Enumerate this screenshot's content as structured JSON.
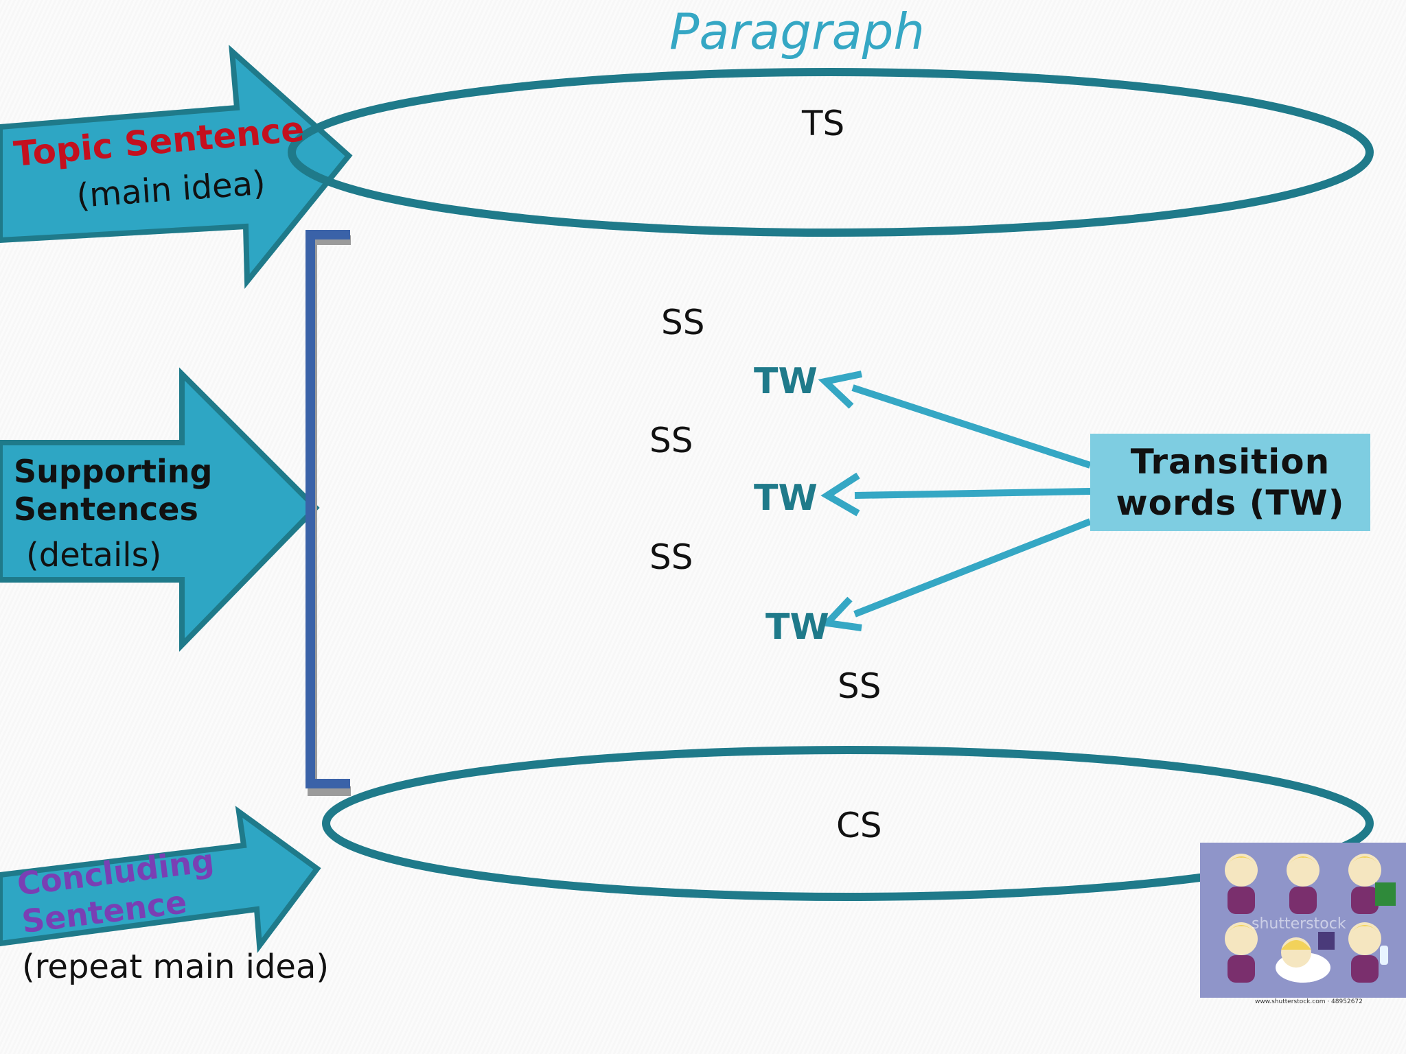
{
  "diagram": {
    "title": "Paragraph",
    "topic": {
      "arrow_label": "Topic Sentence",
      "arrow_sublabel": "(main idea)",
      "abbrev": "TS"
    },
    "supporting": {
      "arrow_label": "Supporting Sentences",
      "arrow_sublabel": "(details)",
      "abbrevs": [
        "SS",
        "SS",
        "SS",
        "SS"
      ]
    },
    "transitions": {
      "box_label": "Transition words (TW)",
      "abbrevs": [
        "TW",
        "TW",
        "TW"
      ]
    },
    "concluding": {
      "arrow_label": "Concluding Sentence",
      "arrow_sublabel": "(repeat main idea)",
      "abbrev": "CS"
    },
    "photo": {
      "watermark": "shutterstock",
      "caption": "www.shutterstock.com · 48952672"
    },
    "colors": {
      "arrow_fill": "#2ea6c4",
      "arrow_stroke": "#1f7a8a",
      "ellipse_stroke": "#1f7a8a",
      "bracket": "#3a62a8",
      "connector": "#35a7c4",
      "topic_label": "#c4101e",
      "concluding_label": "#7a3fb4",
      "transition_box": "#7ecde1"
    }
  }
}
